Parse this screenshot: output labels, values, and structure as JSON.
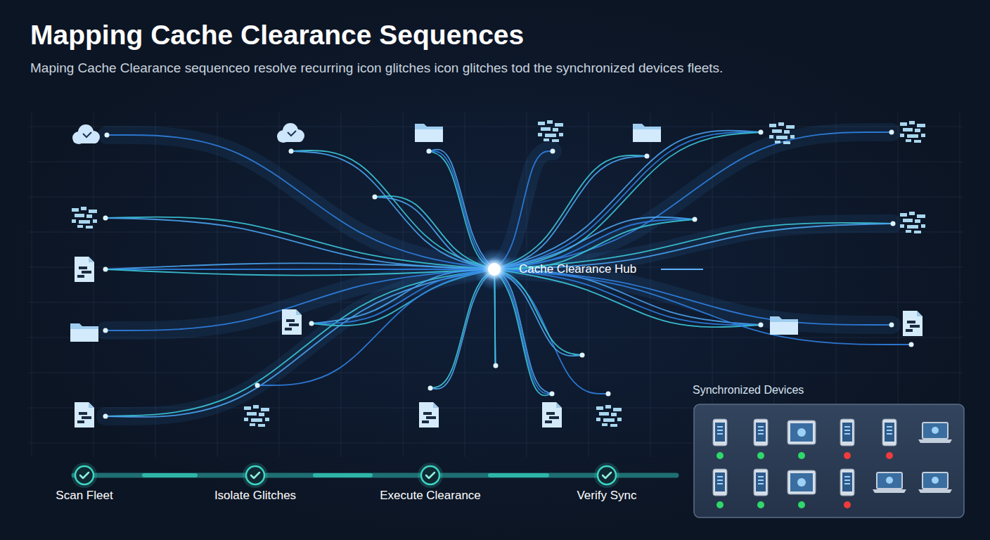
{
  "diagram": {
    "title": "Mapping Cache Clearance Sequences",
    "caption": "Maping Cache Clearance sequenceo resolve recurring icon glitches icon glitches tod the synchronized devices fleets.",
    "nodes": [
      {
        "text": [
          "Cache Clearance Hub"
        ]
      },
      {
        "text": [
          "Scan Fleet"
        ]
      },
      {
        "text": [
          "Isolate Glitches"
        ]
      },
      {
        "text": [
          "Execute Clearance"
        ]
      },
      {
        "text": [
          "Verify Sync"
        ]
      },
      {
        "text": [
          "Synchronized Devices"
        ]
      }
    ],
    "edges": [
      {
        "from": 1,
        "to": 2,
        "arrow": "none"
      },
      {
        "from": 2,
        "to": 3,
        "arrow": "none"
      },
      {
        "from": 3,
        "to": 4,
        "arrow": "none"
      }
    ]
  }
}
